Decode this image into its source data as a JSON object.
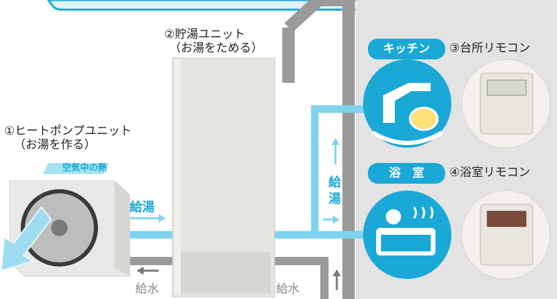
{
  "heat_pump": {
    "title": "①ヒートポンプユニット",
    "subtitle": "（お湯を作る）",
    "air_heat": "空気中の熱"
  },
  "storage": {
    "title": "②貯湯ユニット",
    "subtitle": "（お湯をためる）"
  },
  "kitchen": {
    "badge": "キッチン",
    "remote": "③台所リモコン"
  },
  "bathroom": {
    "badge": "浴　室",
    "remote": "④浴室リモコン"
  },
  "flows": {
    "hot_supply_left": "給湯",
    "hot_supply_right_1": "給",
    "hot_supply_right_2": "湯",
    "water_left": "給水",
    "water_right": "給水"
  },
  "colors": {
    "water_blue": "#7fd3ee",
    "accent_blue": "#1aa8d6",
    "panel_gray": "#e3e3e3",
    "pipe_gray": "#9a9a9a"
  }
}
